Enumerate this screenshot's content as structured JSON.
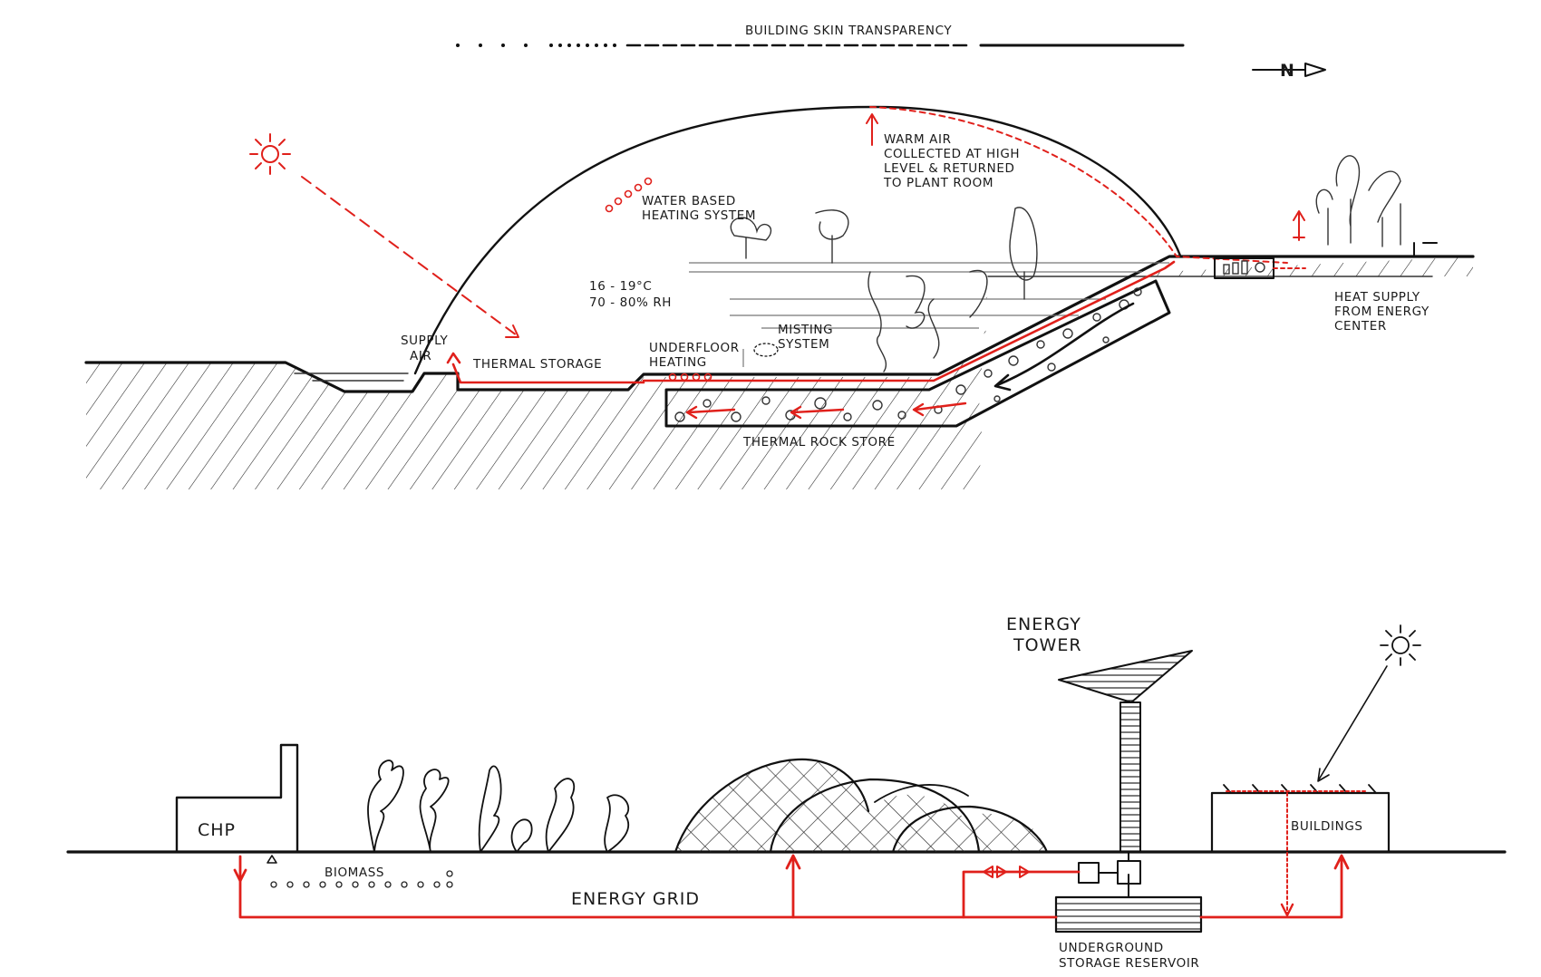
{
  "colors": {
    "ink": "#111111",
    "accent_red": "#e0201b",
    "background": "#ffffff"
  },
  "icons": [
    "sun-icon",
    "north-arrow-icon"
  ],
  "top_section": {
    "legend_title": "BUILDING SKIN TRANSPARENCY",
    "north_label": "N",
    "labels": {
      "warm_air": [
        "WARM AIR",
        "COLLECTED AT HIGH",
        "LEVEL & RETURNED",
        "TO PLANT ROOM"
      ],
      "water_heating": [
        "WATER BASED",
        "HEATING SYSTEM"
      ],
      "climate": [
        "16 - 19°C",
        "70 - 80% RH"
      ],
      "supply_air": [
        "SUPPLY",
        "AIR"
      ],
      "thermal_storage": "THERMAL STORAGE",
      "underfloor_heating": [
        "UNDERFLOOR",
        "HEATING"
      ],
      "misting_system": [
        "MISTING",
        "SYSTEM"
      ],
      "thermal_rock_store": "THERMAL ROCK STORE",
      "heat_supply": [
        "HEAT SUPPLY",
        "FROM ENERGY",
        "CENTER"
      ]
    }
  },
  "bottom_section": {
    "labels": {
      "chp": "CHP",
      "biomass": "BIOMASS",
      "energy_grid": "ENERGY GRID",
      "energy_tower": [
        "ENERGY",
        "TOWER"
      ],
      "buildings": "BUILDINGS",
      "reservoir": [
        "UNDERGROUND",
        "STORAGE RESERVOIR"
      ]
    }
  }
}
